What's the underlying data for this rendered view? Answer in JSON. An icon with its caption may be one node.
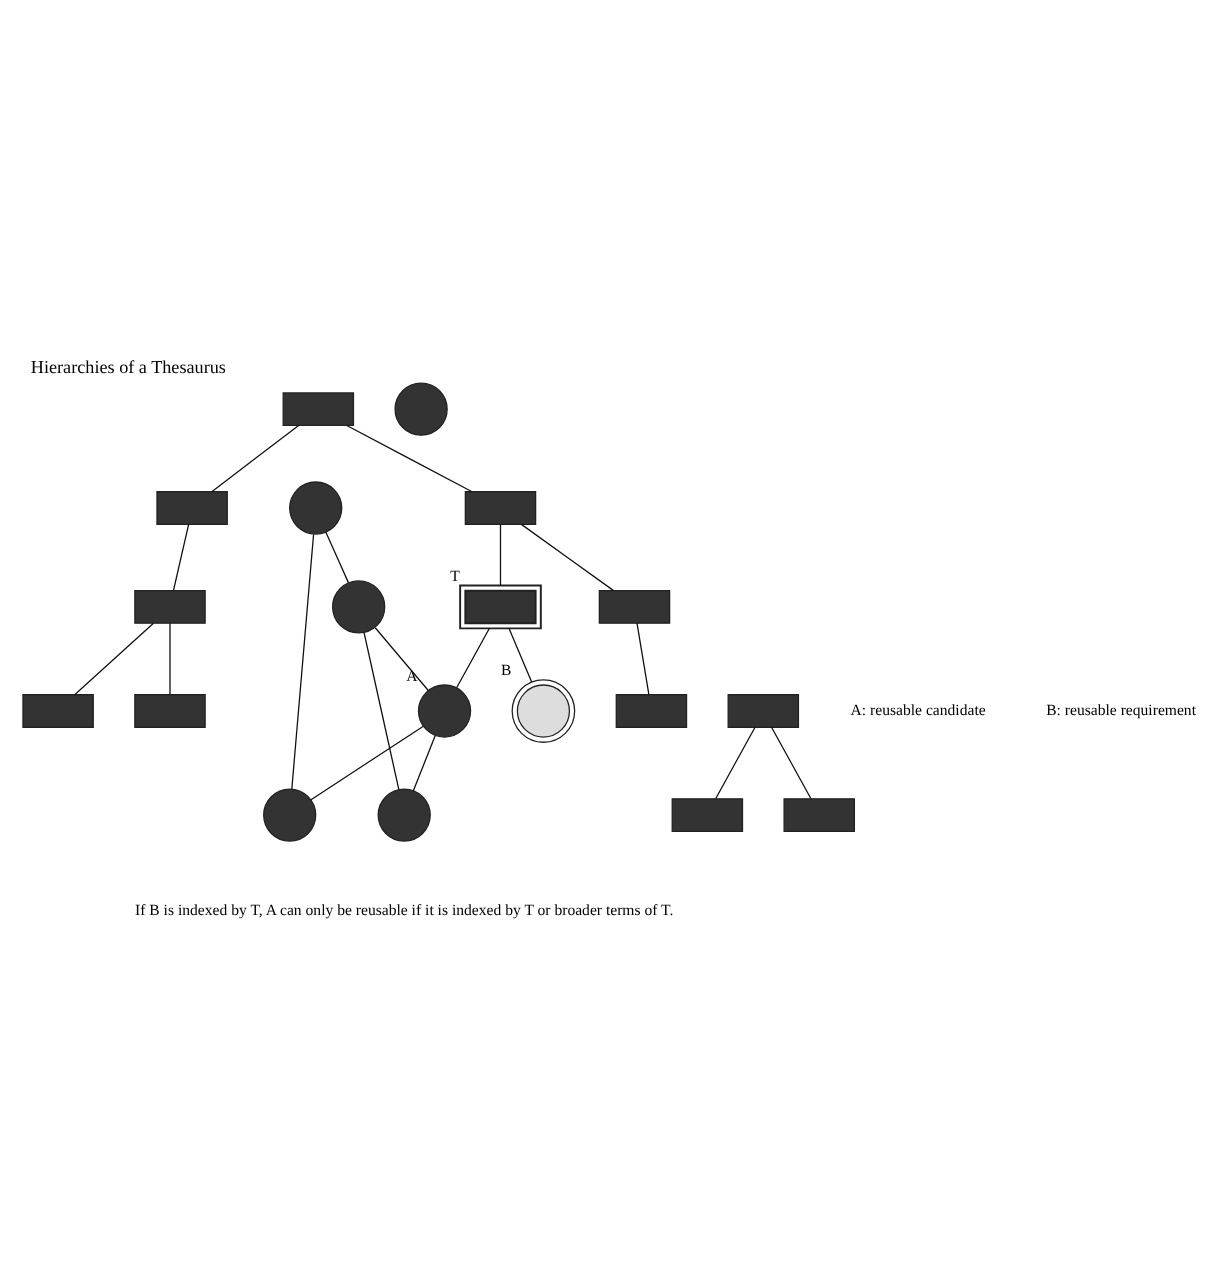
{
  "diagram": {
    "title": "Hierarchies of a Thesaurus",
    "caption": "If B is indexed by T, A can only be reusable if it is indexed by T or broader terms of T.",
    "nodes": [
      {
        "text": [],
        "shape": "box"
      },
      {
        "text": [],
        "shape": "box"
      },
      {
        "text": [],
        "shape": "box"
      },
      {
        "text": [],
        "shape": "box"
      },
      {
        "text": [],
        "shape": "box",
        "beside": [
          "T"
        ]
      },
      {
        "text": [],
        "shape": "box"
      },
      {
        "text": [],
        "shape": "box"
      },
      {
        "text": [],
        "shape": "box"
      },
      {
        "text": [],
        "shape": "box"
      },
      {
        "text": [],
        "shape": "box"
      },
      {
        "text": [],
        "shape": "box"
      },
      {
        "text": [],
        "shape": "box"
      },
      {
        "text": [],
        "shape": "circle"
      },
      {
        "text": [],
        "shape": "circle"
      },
      {
        "text": [],
        "shape": "circle",
        "beside": [
          "A"
        ]
      },
      {
        "text": [],
        "shape": "circle"
      },
      {
        "text": [],
        "shape": "circle"
      },
      {
        "text": [],
        "shape": "circle",
        "beside": [
          "B"
        ]
      },
      {
        "text": [],
        "shape": "circle"
      }
    ],
    "edges": [
      {
        "from": 0,
        "to": 1,
        "arrow": "none"
      },
      {
        "from": 0,
        "to": 2,
        "arrow": "none"
      },
      {
        "from": 1,
        "to": 3,
        "arrow": "none"
      },
      {
        "from": 1,
        "to": 4,
        "arrow": "none"
      },
      {
        "from": 3,
        "to": 5,
        "arrow": "none"
      },
      {
        "from": 2,
        "to": 6,
        "arrow": "none"
      },
      {
        "from": 6,
        "to": 7,
        "arrow": "none"
      },
      {
        "from": 6,
        "to": 8,
        "arrow": "none"
      },
      {
        "from": 9,
        "to": 10,
        "arrow": "none"
      },
      {
        "from": 9,
        "to": 11,
        "arrow": "none"
      },
      {
        "from": 4,
        "to": 14,
        "arrow": "none"
      },
      {
        "from": 4,
        "to": 17,
        "arrow": "none"
      },
      {
        "from": 12,
        "to": 13,
        "arrow": "none"
      },
      {
        "from": 12,
        "to": 15,
        "arrow": "none"
      },
      {
        "from": 13,
        "to": 14,
        "arrow": "none"
      },
      {
        "from": 13,
        "to": 16,
        "arrow": "none"
      },
      {
        "from": 14,
        "to": 15,
        "arrow": "none"
      },
      {
        "from": 14,
        "to": 16,
        "arrow": "none"
      }
    ],
    "labels": [
      "A: reusable candidate",
      "B: reusable requirement"
    ]
  }
}
